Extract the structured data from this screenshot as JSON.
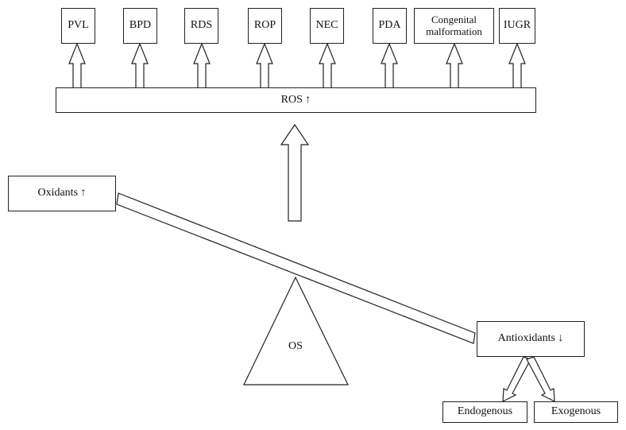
{
  "diagram": {
    "outcomes": [
      "PVL",
      "BPD",
      "RDS",
      "ROP",
      "NEC",
      "PDA",
      "Congenital malformation",
      "IUGR"
    ],
    "ros_label": "ROS ↑",
    "oxidants_label": "Oxidants ↑",
    "antioxidants_label": "Antioxidants ↓",
    "fulcrum_label": "OS",
    "endogenous_label": "Endogenous",
    "exogenous_label": "Exogenous"
  }
}
